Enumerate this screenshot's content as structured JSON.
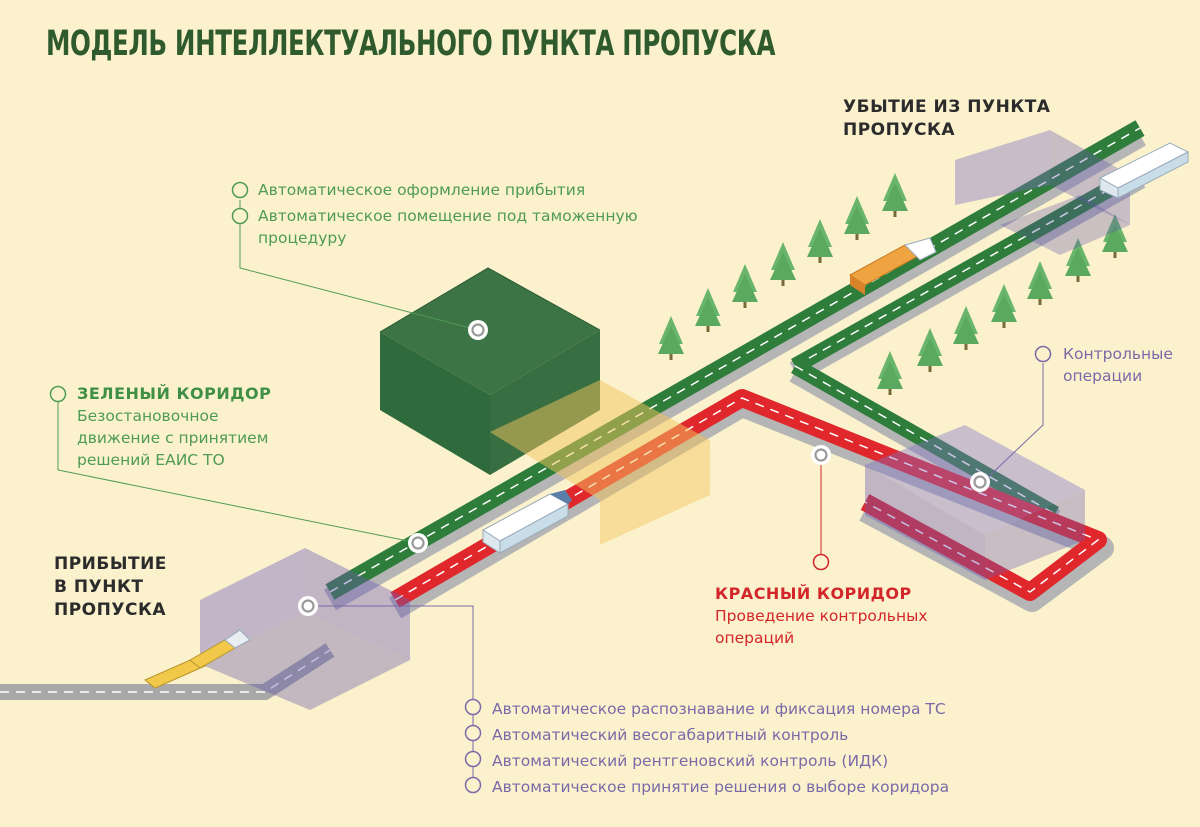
{
  "title": "МОДЕЛЬ ИНТЕЛЛЕКТУАЛЬНОГО ПУНКТА ПРОПУСКА",
  "departure": {
    "line1": "УБЫТИЕ ИЗ ПУНКТА",
    "line2": "ПРОПУСКА"
  },
  "arrival": {
    "line1": "ПРИБЫТИЕ",
    "line2": "В ПУНКТ",
    "line3": "ПРОПУСКА"
  },
  "auto_block": {
    "item1": "Автоматическое оформление прибытия",
    "item2_line1": "Автоматическое помещение под таможенную",
    "item2_line2": "процедуру"
  },
  "green_corridor": {
    "heading": "ЗЕЛЕНЫЙ КОРИДОР",
    "line1": "Безостановочное",
    "line2": "движение с принятием",
    "line3": "решений ЕАИС ТО"
  },
  "control_ops": {
    "line1": "Контрольные",
    "line2": "операции"
  },
  "red_corridor": {
    "heading": "КРАСНЫЙ КОРИДОР",
    "line1": "Проведение контрольных",
    "line2": "операций"
  },
  "entry_checks": [
    "Автоматическое распознавание и фиксация номера ТС",
    "Автоматический весогабаритный контроль",
    "Автоматический рентгеновский контроль (ИДК)",
    "Автоматическое принятие решения о выборе коридора"
  ],
  "colors": {
    "background": "#fbf2cd",
    "green_road": "#2f7d3a",
    "red_road": "#e0282c",
    "grey_road": "#a8a8a8",
    "title": "#2f5a2d",
    "green_text": "#4f9a56",
    "violet_text": "#7a69a8",
    "red_text": "#d3262a"
  },
  "icons": [
    "tree-icon",
    "truck-icon",
    "tanker-truck-icon",
    "checkpoint-marker-icon"
  ]
}
